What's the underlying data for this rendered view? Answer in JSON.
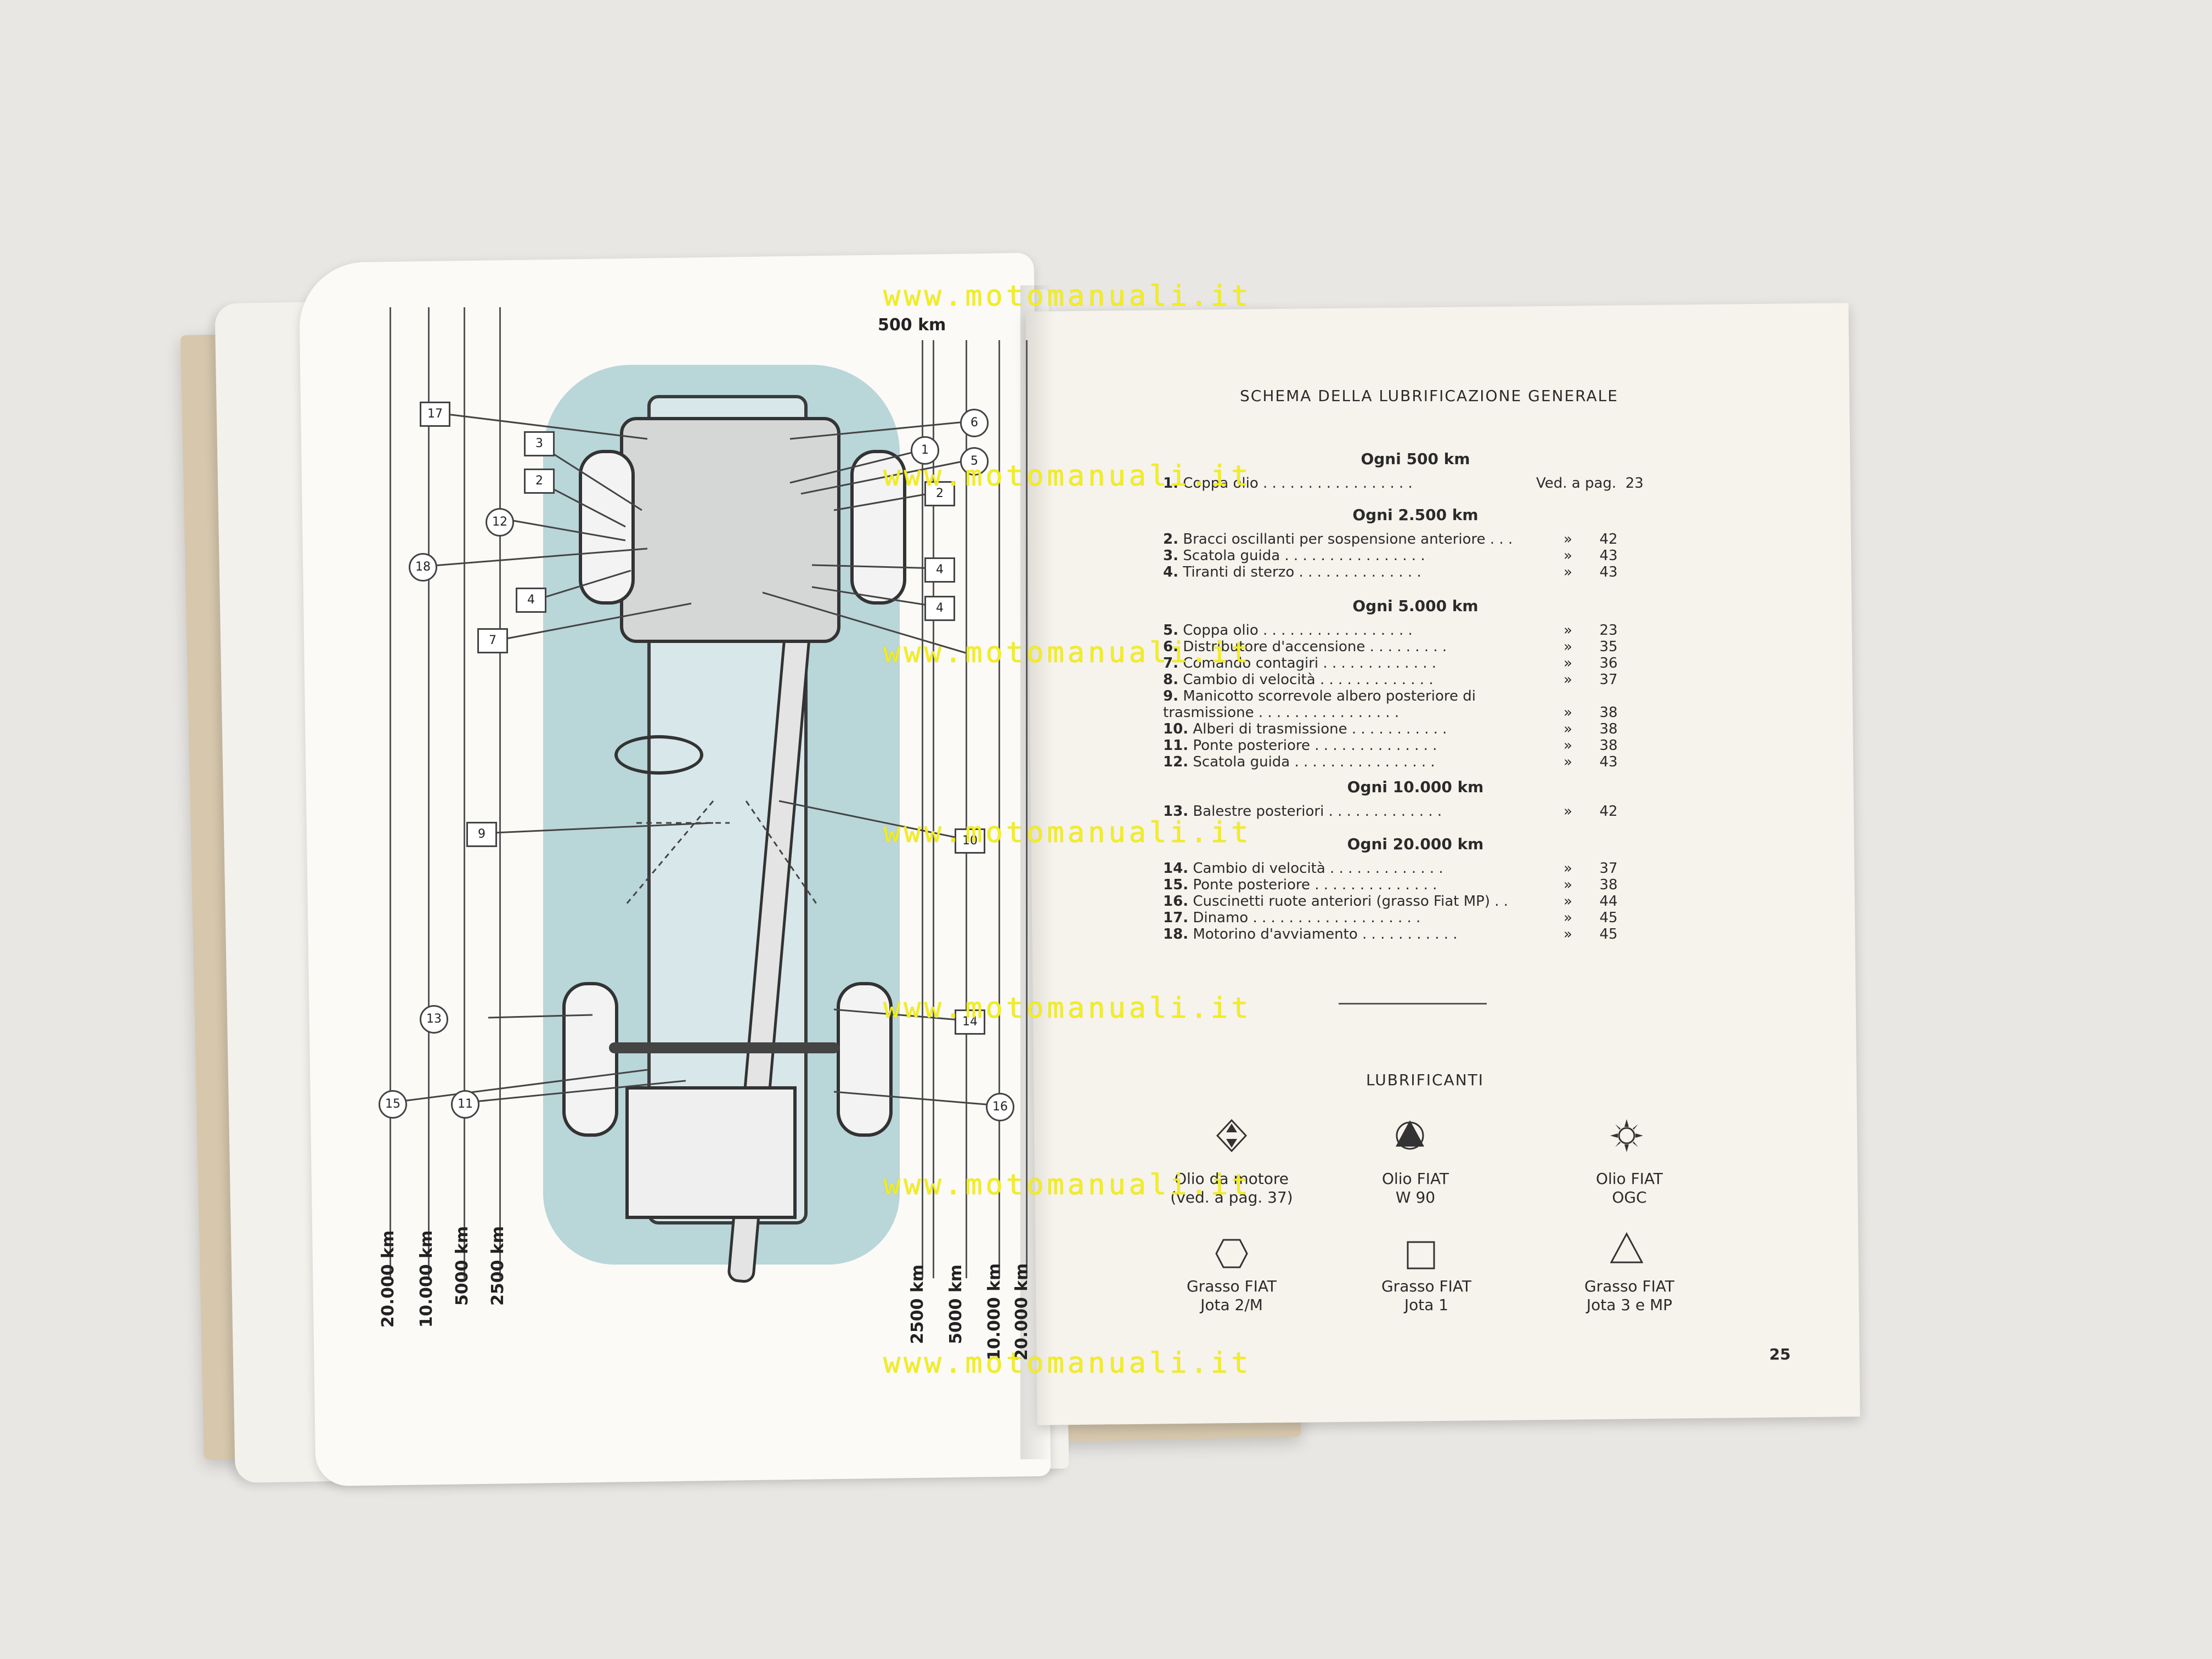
{
  "left_page": {
    "top_km_label": "500 km",
    "left_km_labels": [
      "20.000 km",
      "10.000 km",
      "5000 km",
      "2500 km"
    ],
    "right_km_labels": [
      "2500 km",
      "5000 km",
      "10.000 km",
      "20.000 km"
    ],
    "markers": [
      "17",
      "3",
      "2",
      "12",
      "18",
      "4",
      "7",
      "6",
      "1",
      "5",
      "2",
      "4",
      "4",
      "9",
      "10",
      "13",
      "14",
      "15",
      "11",
      "16"
    ]
  },
  "right_page": {
    "title": "SCHEMA DELLA LUBRIFICAZIONE GENERALE",
    "groups": [
      {
        "heading": "Ogni 500 km",
        "items": [
          {
            "num": "1.",
            "text": "Coppa olio . . . . . . . . . . . . . . . . .",
            "ref": "Ved. a pag.  23"
          }
        ]
      },
      {
        "heading": "Ogni 2.500 km",
        "items": [
          {
            "num": "2.",
            "text": "Bracci oscillanti per sospensione anteriore . . .",
            "ref": "»      42"
          },
          {
            "num": "3.",
            "text": "Scatola guida . . . . . . . . . . . . . . . .",
            "ref": "»      43"
          },
          {
            "num": "4.",
            "text": "Tiranti di sterzo . . . . . . . . . . . . . .",
            "ref": "»      43"
          }
        ]
      },
      {
        "heading": "Ogni 5.000 km",
        "items": [
          {
            "num": "5.",
            "text": "Coppa olio . . . . . . . . . . . . . . . . .",
            "ref": "»      23"
          },
          {
            "num": "6.",
            "text": "Distributore d'accensione . . . . . . . . .",
            "ref": "»      35"
          },
          {
            "num": "7.",
            "text": "Comando contagiri . . . . . . . . . . . . .",
            "ref": "»      36"
          },
          {
            "num": "8.",
            "text": "Cambio di velocità . . . . . . . . . . . . .",
            "ref": "»      37"
          },
          {
            "num": "9.",
            "text": "Manicotto scorrevole albero posteriore di trasmissione . . . . . . . . . . . . . . . .",
            "ref": "»      38"
          },
          {
            "num": "10.",
            "text": "Alberi di trasmissione . . . . . . . . . . .",
            "ref": "»      38"
          },
          {
            "num": "11.",
            "text": "Ponte posteriore . . . . . . . . . . . . . .",
            "ref": "»      38"
          },
          {
            "num": "12.",
            "text": "Scatola guida . . . . . . . . . . . . . . . .",
            "ref": "»      43"
          }
        ]
      },
      {
        "heading": "Ogni 10.000 km",
        "items": [
          {
            "num": "13.",
            "text": "Balestre posteriori . . . . . . . . . . . . .",
            "ref": "»      42"
          }
        ]
      },
      {
        "heading": "Ogni 20.000 km",
        "items": [
          {
            "num": "14.",
            "text": "Cambio di velocità . . . . . . . . . . . . .",
            "ref": "»      37"
          },
          {
            "num": "15.",
            "text": "Ponte posteriore . . . . . . . . . . . . . .",
            "ref": "»      38"
          },
          {
            "num": "16.",
            "text": "Cuscinetti ruote anteriori (grasso Fiat MP) . .",
            "ref": "»      44"
          },
          {
            "num": "17.",
            "text": "Dinamo . . . . . . . . . . . . . . . . . . .",
            "ref": "»      45"
          },
          {
            "num": "18.",
            "text": "Motorino d'avviamento . . . . . . . . . . .",
            "ref": "»      45"
          }
        ]
      }
    ],
    "lubricants_title": "LUBRIFICANTI",
    "lubricants": [
      {
        "icon": "diamond-triangles-icon",
        "line1": "Olio da motore",
        "line2": "(ved. a pag. 37)"
      },
      {
        "icon": "circle-triangle-icon",
        "line1": "Olio FIAT",
        "line2": "W 90"
      },
      {
        "icon": "star-circle-icon",
        "line1": "Olio FIAT",
        "line2": "OGC"
      },
      {
        "icon": "hexagon-icon",
        "line1": "Grasso FIAT",
        "line2": "Jota 2/M"
      },
      {
        "icon": "square-icon",
        "line1": "Grasso FIAT",
        "line2": "Jota 1"
      },
      {
        "icon": "triangle-icon",
        "line1": "Grasso FIAT",
        "line2": "Jota 3 e MP"
      }
    ],
    "page_number": "25"
  },
  "watermark": "www.motomanuali.it"
}
